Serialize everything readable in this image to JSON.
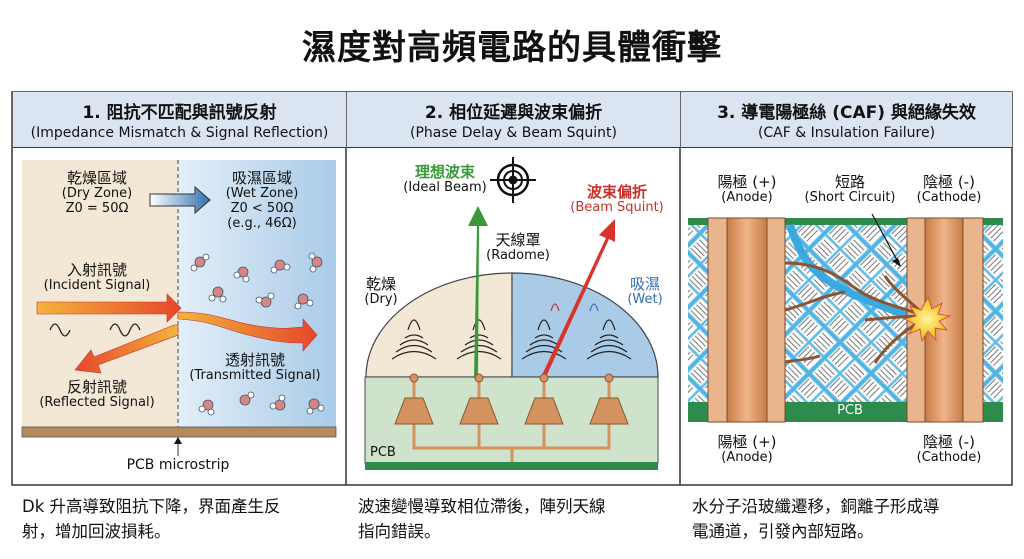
{
  "title": "濕度對高頻電路的具體衝擊",
  "colors": {
    "header_bg": "#dbe5f1",
    "dry": "#f3e8d6",
    "wet": "#a9cbe8",
    "copper": "#d4925f",
    "pcb_green": "#2e8b4e",
    "ideal_beam": "#3a9a3a",
    "squint_beam": "#d9342b"
  },
  "panels": [
    {
      "title": "1. 阻抗不匹配與訊號反射",
      "subtitle": "(Impedance Mismatch & Signal Reflection)",
      "dry_zone": {
        "zh": "乾燥區域",
        "en": "(Dry Zone)",
        "z": "Z0 = 50Ω"
      },
      "wet_zone": {
        "zh": "吸濕區域",
        "en": "(Wet Zone)",
        "z": "Z0 < 50Ω",
        "eg": "(e.g., 46Ω)"
      },
      "incident": {
        "zh": "入射訊號",
        "en": "(Incident Signal)"
      },
      "transmitted": {
        "zh": "透射訊號",
        "en": "(Transmitted Signal)"
      },
      "reflected": {
        "zh": "反射訊號",
        "en": "(Reflected Signal)"
      },
      "pcb_label": "PCB microstrip",
      "caption": [
        "Dk 升高導致阻抗下降，界面產生反",
        "射，增加回波損耗。"
      ]
    },
    {
      "title": "2. 相位延遲與波束偏折",
      "subtitle": "(Phase Delay & Beam Squint)",
      "ideal": {
        "zh": "理想波束",
        "en": "(Ideal Beam)"
      },
      "squint": {
        "zh": "波束偏折",
        "en": "(Beam Squint)"
      },
      "radome": {
        "zh": "天線罩",
        "en": "(Radome)"
      },
      "dry": {
        "zh": "乾燥",
        "en": "(Dry)"
      },
      "wet": {
        "zh": "吸濕",
        "en": "(Wet)"
      },
      "pcb_label": "PCB",
      "caption": [
        "波速變慢導致相位滯後，陣列天線",
        "指向錯誤。"
      ]
    },
    {
      "title": "3. 導電陽極絲 (CAF) 與絕緣失效",
      "subtitle": "(CAF & Insulation Failure)",
      "anode_top": {
        "zh": "陽極 (+)",
        "en": "(Anode)"
      },
      "short": {
        "zh": "短路",
        "en": "(Short Circuit)"
      },
      "cathode_top": {
        "zh": "陰極 (-)",
        "en": "(Cathode)"
      },
      "anode_bottom": {
        "zh": "陽極 (+)",
        "en": "(Anode)"
      },
      "cathode_bottom": {
        "zh": "陰極 (-)",
        "en": "(Cathode)"
      },
      "pcb_label": "PCB",
      "caption": [
        "水分子沿玻纖遷移，銅離子形成導",
        "電通道，引發內部短路。"
      ]
    }
  ]
}
